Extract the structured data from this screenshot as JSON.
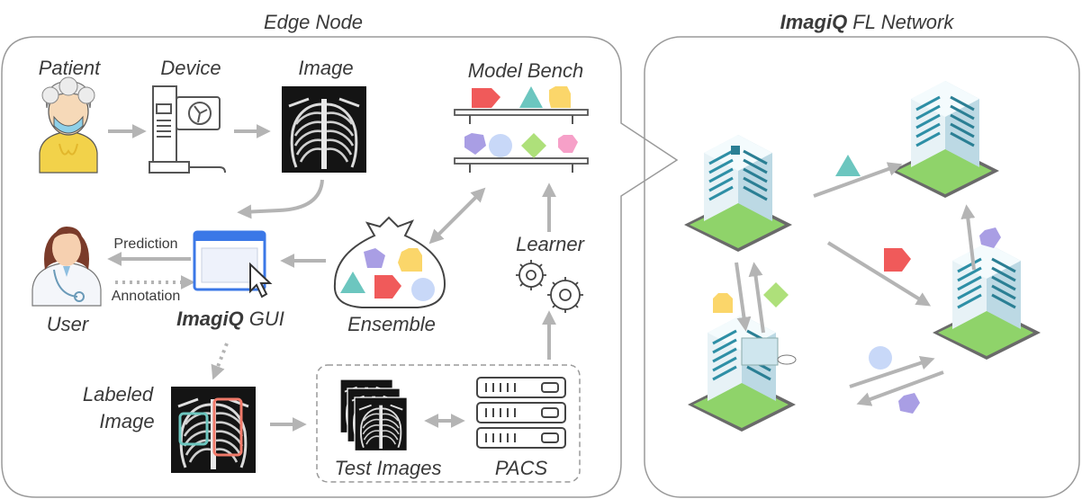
{
  "edge_node": {
    "title": "Edge Node",
    "patient": "Patient",
    "device": "Device",
    "image": "Image",
    "model_bench": "Model Bench",
    "prediction": "Prediction",
    "annotation": "Annotation",
    "user": "User",
    "gui_bold": "ImagiQ",
    "gui_rest": " GUI",
    "ensemble": "Ensemble",
    "learner": "Learner",
    "labeled_line1": "Labeled",
    "labeled_line2": "Image",
    "test_images": "Test Images",
    "pacs": "PACS"
  },
  "fl_network": {
    "title_bold": "ImagiQ",
    "title_rest": " FL Network"
  },
  "colors": {
    "frame": "#9a9a9a",
    "arrow": "#b4b4b4",
    "red": "#f05a5a",
    "teal": "#6cc6bf",
    "yellow": "#fbd66a",
    "purple": "#a99ee4",
    "blue": "#c8d8f8",
    "green": "#aee07a",
    "pink": "#f6a0c8",
    "xray_bg": "#141414",
    "gui_blue": "#3b78e7"
  }
}
